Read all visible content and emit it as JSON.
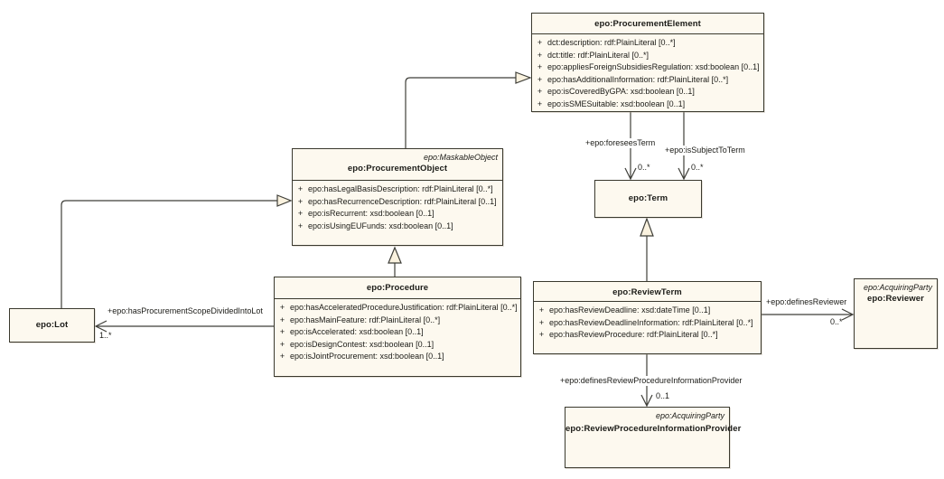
{
  "diagram": {
    "colors": {
      "background": "#ffffff",
      "box_fill": "#fdf9ef",
      "box_border": "#3a392e",
      "connector": "#3f3f39",
      "arrowhead_fill": "#faf2df",
      "text": "#1b1b17"
    }
  },
  "symbols": {
    "public_visibility": "+"
  },
  "classes": {
    "procurement_element": {
      "name": "epo:ProcurementElement",
      "attributes": [
        "dct:description: rdf:PlainLiteral [0..*]",
        "dct:title: rdf:PlainLiteral [0..*]",
        "epo:appliesForeignSubsidiesRegulation: xsd:boolean [0..1]",
        "epo:hasAdditionalInformation: rdf:PlainLiteral [0..*]",
        "epo:isCoveredByGPA: xsd:boolean [0..1]",
        "epo:isSMESuitable: xsd:boolean [0..1]"
      ]
    },
    "procurement_object": {
      "stereotype": "epo:MaskableObject",
      "name": "epo:ProcurementObject",
      "attributes": [
        "epo:hasLegalBasisDescription: rdf:PlainLiteral [0..*]",
        "epo:hasRecurrenceDescription: rdf:PlainLiteral [0..1]",
        "epo:isRecurrent: xsd:boolean [0..1]",
        "epo:isUsingEUFunds: xsd:boolean [0..1]"
      ]
    },
    "procedure": {
      "name": "epo:Procedure",
      "attributes": [
        "epo:hasAcceleratedProcedureJustification: rdf:PlainLiteral [0..*]",
        "epo:hasMainFeature: rdf:PlainLiteral [0..*]",
        "epo:isAccelerated: xsd:boolean [0..1]",
        "epo:isDesignContest: xsd:boolean [0..1]",
        "epo:isJointProcurement: xsd:boolean [0..1]"
      ]
    },
    "lot": {
      "name": "epo:Lot"
    },
    "term": {
      "name": "epo:Term"
    },
    "review_term": {
      "name": "epo:ReviewTerm",
      "attributes": [
        "epo:hasReviewDeadline: xsd:dateTime [0..1]",
        "epo:hasReviewDeadlineInformation: rdf:PlainLiteral [0..*]",
        "epo:hasReviewProcedure: rdf:PlainLiteral [0..*]"
      ]
    },
    "reviewer": {
      "stereotype": "epo:AcquiringParty",
      "name": "epo:Reviewer"
    },
    "review_procedure_information_provider": {
      "stereotype": "epo:AcquiringParty",
      "name": "epo:ReviewProcedureInformationProvider"
    }
  },
  "associations": {
    "foresees_term": {
      "label": "+epo:foreseesTerm",
      "multiplicity": "0..*"
    },
    "is_subject_to_term": {
      "label": "+epo:isSubjectToTerm",
      "multiplicity": "0..*"
    },
    "has_procurement_scope_divided_into_lot": {
      "label": "+epo:hasProcurementScopeDividedIntoLot",
      "multiplicity": "1..*"
    },
    "defines_reviewer": {
      "label": "+epo:definesReviewer",
      "multiplicity": "0..*"
    },
    "defines_review_procedure_information_provider": {
      "label": "+epo:definesReviewProcedureInformationProvider",
      "multiplicity": "0..1"
    }
  }
}
